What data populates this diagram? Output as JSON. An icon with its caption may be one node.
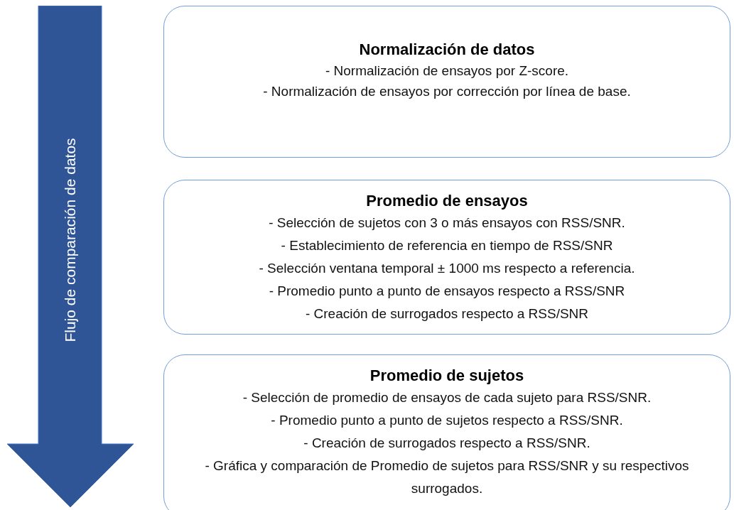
{
  "diagram": {
    "nodes": [
      {
        "text": [
          "Flujo de comparación de datos"
        ]
      },
      {
        "text": [
          "Normalización de datos",
          "- Normalización de ensayos por Z-score.",
          "- Normalización de ensayos por corrección por línea de base."
        ]
      },
      {
        "text": [
          "Promedio de ensayos",
          "- Selección de sujetos con 3 o más ensayos con RSS/SNR.",
          "- Establecimiento de referencia en tiempo de RSS/SNR",
          "- Selección ventana temporal ± 1000 ms respecto a referencia.",
          "- Promedio punto a punto de ensayos respecto a RSS/SNR",
          "- Creación de surrogados respecto a RSS/SNR"
        ]
      },
      {
        "text": [
          "Promedio de sujetos",
          "- Selección de promedio de ensayos de cada sujeto para RSS/SNR.",
          "- Promedio punto a punto de sujetos respecto a RSS/SNR.",
          "- Creación de surrogados respecto a RSS/SNR.",
          "- Gráfica y comparación de Promedio de sujetos para RSS/SNR y su respectivos surrogados."
        ]
      }
    ]
  }
}
